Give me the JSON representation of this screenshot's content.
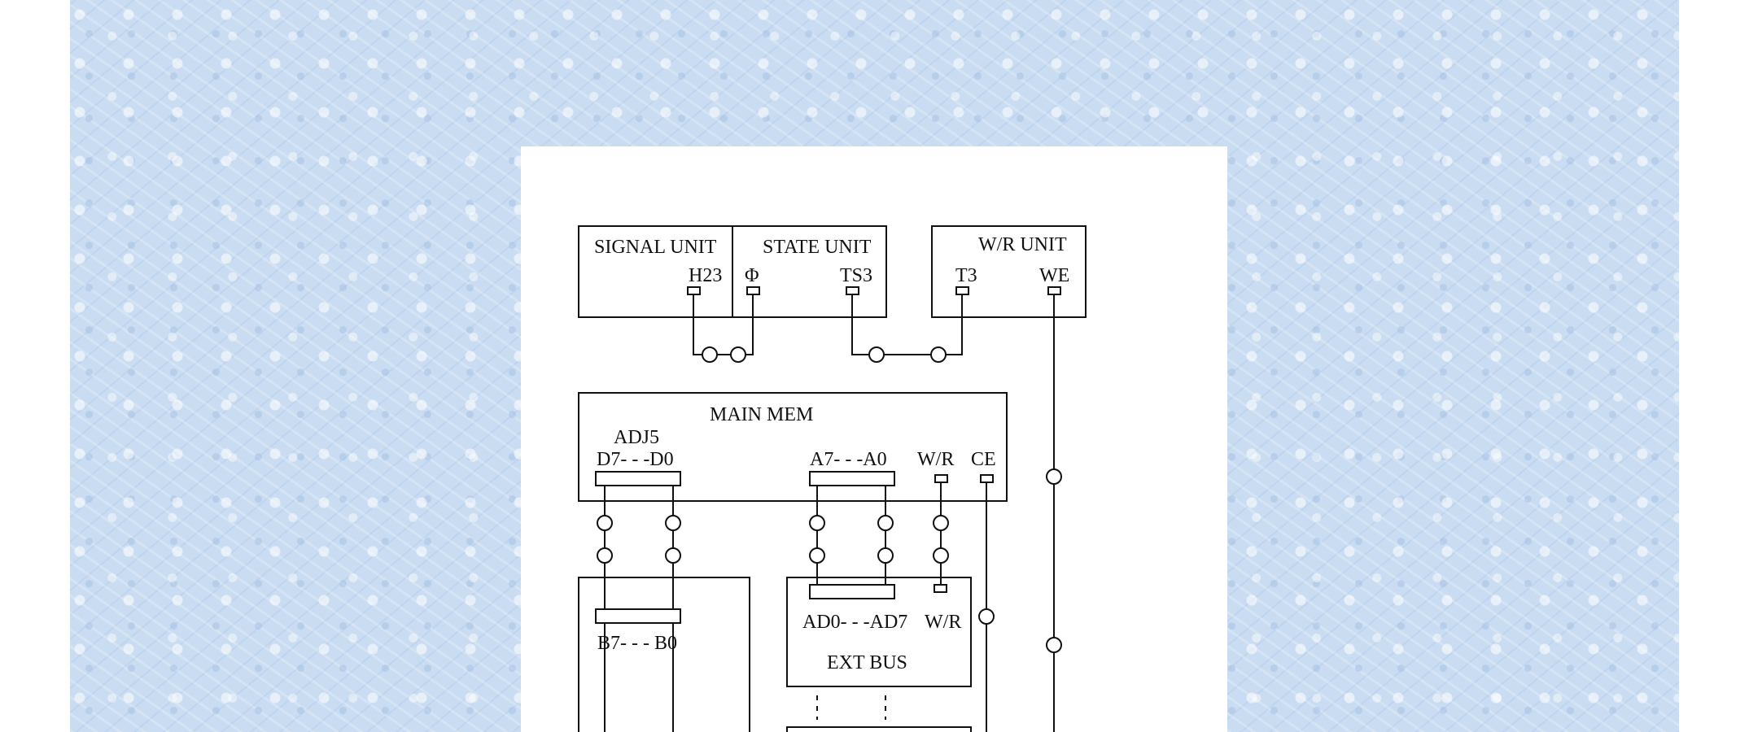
{
  "colors": {
    "background": "#c9dcf1",
    "figure": "#ffffff",
    "ink": "#111111"
  },
  "units": {
    "signal": {
      "title": "SIGNAL UNIT",
      "pin": "H23"
    },
    "state": {
      "title": "STATE UNIT",
      "pin_left": "Φ",
      "pin_right": "TS3"
    },
    "wr": {
      "title": "W/R UNIT",
      "pin_left": "T3",
      "pin_right": "WE"
    },
    "main_mem": {
      "title": "MAIN MEM",
      "adj_label": "ADJ5",
      "data_bus": "D7- - -D0",
      "addr_bus": "A7- - -A0",
      "wr_pin": "W/R",
      "ce_pin": "CE"
    },
    "switch_block": {
      "bus": "B7- - - B0"
    },
    "ext_bus": {
      "title": "EXT BUS",
      "bus": "AD0- - -AD7",
      "wr_pin": "W/R"
    }
  }
}
